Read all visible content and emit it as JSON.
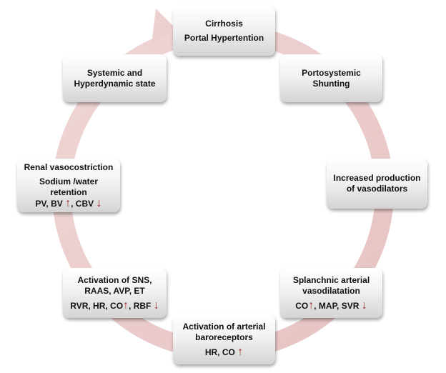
{
  "nodes": {
    "cirrhosis": {
      "line1": "Cirrhosis",
      "line2": "Portal Hypertention"
    },
    "portosystemic": {
      "line1": "Portosystemic",
      "line2": "Shunting"
    },
    "vasodilators": {
      "line1": "Increased production",
      "line2": "of vasodilators"
    },
    "splanchnic": {
      "line1": "Splanchnic arterial",
      "line2": "vasodilatation",
      "line3a": "CO",
      "line3b": ", MAP, SVR"
    },
    "baroreceptors": {
      "line1": "Activation of arterial",
      "line2": "baroreceptors",
      "line3": "HR, CO"
    },
    "sns": {
      "line1": "Activation of SNS,",
      "line2": "RAAS, AVP, ET",
      "line3a": "RVR, HR, CO",
      "line3b": ", RBF"
    },
    "renal": {
      "line1": "Renal vasocostriction",
      "line2": "Sodium /water",
      "line3": "retention",
      "line4a": "PV, BV",
      "line4b": ", CBV"
    },
    "systemic": {
      "line1": "Systemic and",
      "line2": "Hyperdynamic state"
    }
  },
  "symbols": {
    "up": "↑",
    "down": "↓"
  },
  "colors": {
    "ring": "#ecd0d0",
    "arrow_text": "#9b2a2a"
  }
}
